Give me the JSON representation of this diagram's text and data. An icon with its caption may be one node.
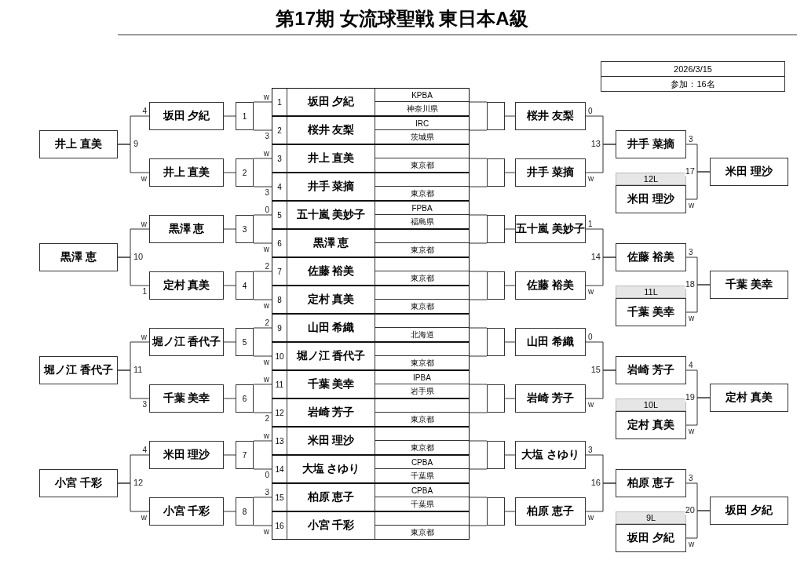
{
  "diagram": {
    "title": "第17期 女流球聖戦 東日本A級",
    "nodes": [
      {
        "text": [
          "1",
          "坂田 夕紀",
          "KPBA",
          "神奈川県"
        ]
      },
      {
        "text": [
          "2",
          "桜井 友梨",
          "IRC",
          "茨城県"
        ]
      },
      {
        "text": [
          "3",
          "井上 直美",
          "東京都"
        ]
      },
      {
        "text": [
          "4",
          "井手 菜摘",
          "東京都"
        ]
      },
      {
        "text": [
          "5",
          "五十嵐 美妙子",
          "FPBA",
          "福島県"
        ]
      },
      {
        "text": [
          "6",
          "黒澤 恵",
          "東京都"
        ]
      },
      {
        "text": [
          "7",
          "佐藤 裕美",
          "東京都"
        ]
      },
      {
        "text": [
          "8",
          "定村 真美",
          "東京都"
        ]
      },
      {
        "text": [
          "9",
          "山田 希織",
          "北海道"
        ]
      },
      {
        "text": [
          "10",
          "堀ノ江 香代子",
          "東京都"
        ]
      },
      {
        "text": [
          "11",
          "千葉 美幸",
          "IPBA",
          "岩手県"
        ]
      },
      {
        "text": [
          "12",
          "岩崎 芳子",
          "東京都"
        ]
      },
      {
        "text": [
          "13",
          "米田 理沙",
          "東京都"
        ]
      },
      {
        "text": [
          "14",
          "大塩 さゆり",
          "CPBA",
          "千葉県"
        ]
      },
      {
        "text": [
          "15",
          "柏原 恵子",
          "CPBA",
          "千葉県"
        ]
      },
      {
        "text": [
          "16",
          "小宮 千彩",
          "東京都"
        ]
      },
      {
        "text": [
          "1"
        ]
      },
      {
        "text": [
          "2"
        ]
      },
      {
        "text": [
          "3"
        ]
      },
      {
        "text": [
          "4"
        ]
      },
      {
        "text": [
          "5"
        ]
      },
      {
        "text": [
          "6"
        ]
      },
      {
        "text": [
          "7"
        ]
      },
      {
        "text": [
          "8"
        ]
      },
      {
        "text": [
          "坂田 夕紀"
        ]
      },
      {
        "text": [
          "井上 直美"
        ]
      },
      {
        "text": [
          "黒澤 恵"
        ]
      },
      {
        "text": [
          "定村 真美"
        ]
      },
      {
        "text": [
          "堀ノ江 香代子"
        ]
      },
      {
        "text": [
          "千葉 美幸"
        ]
      },
      {
        "text": [
          "米田 理沙"
        ]
      },
      {
        "text": [
          "小宮 千彩"
        ]
      },
      {
        "text": [
          "井上 直美"
        ]
      },
      {
        "text": [
          "黒澤 恵"
        ]
      },
      {
        "text": [
          "堀ノ江 香代子"
        ]
      },
      {
        "text": [
          "小宮 千彩"
        ]
      },
      {
        "text": [],
        "shape": "box"
      },
      {
        "text": [],
        "shape": "box"
      },
      {
        "text": [],
        "shape": "box"
      },
      {
        "text": [],
        "shape": "box"
      },
      {
        "text": [],
        "shape": "box"
      },
      {
        "text": [],
        "shape": "box"
      },
      {
        "text": [],
        "shape": "box"
      },
      {
        "text": [],
        "shape": "box"
      },
      {
        "text": [
          "桜井 友梨"
        ]
      },
      {
        "text": [
          "井手 菜摘"
        ]
      },
      {
        "text": [
          "五十嵐 美妙子"
        ]
      },
      {
        "text": [
          "佐藤 裕美"
        ]
      },
      {
        "text": [
          "山田 希織"
        ]
      },
      {
        "text": [
          "岩崎 芳子"
        ]
      },
      {
        "text": [
          "大塩 さゆり"
        ]
      },
      {
        "text": [
          "柏原 恵子"
        ]
      },
      {
        "text": [
          "井手 菜摘"
        ]
      },
      {
        "text": [
          "佐藤 裕美"
        ]
      },
      {
        "text": [
          "岩崎 芳子"
        ]
      },
      {
        "text": [
          "柏原 恵子"
        ]
      },
      {
        "text": [
          "12L",
          "米田 理沙"
        ]
      },
      {
        "text": [
          "11L",
          "千葉 美幸"
        ]
      },
      {
        "text": [
          "10L",
          "定村 真美"
        ]
      },
      {
        "text": [
          "9L",
          "坂田 夕紀"
        ]
      },
      {
        "text": [
          "米田 理沙"
        ]
      },
      {
        "text": [
          "千葉 美幸"
        ]
      },
      {
        "text": [
          "定村 真美"
        ]
      },
      {
        "text": [
          "坂田 夕紀"
        ]
      }
    ],
    "edges": [
      {
        "from": 0,
        "to": 16,
        "arrow": "none",
        "label": "w"
      },
      {
        "from": 1,
        "to": 16,
        "arrow": "none",
        "label": "3"
      },
      {
        "from": 2,
        "to": 17,
        "arrow": "none",
        "label": "w"
      },
      {
        "from": 3,
        "to": 17,
        "arrow": "none",
        "label": "3"
      },
      {
        "from": 4,
        "to": 18,
        "arrow": "none",
        "label": "0"
      },
      {
        "from": 5,
        "to": 18,
        "arrow": "none",
        "label": "w"
      },
      {
        "from": 6,
        "to": 19,
        "arrow": "none",
        "label": "2"
      },
      {
        "from": 7,
        "to": 19,
        "arrow": "none",
        "label": "w"
      },
      {
        "from": 8,
        "to": 20,
        "arrow": "none",
        "label": "2"
      },
      {
        "from": 9,
        "to": 20,
        "arrow": "none",
        "label": "w"
      },
      {
        "from": 10,
        "to": 21,
        "arrow": "none",
        "label": "w"
      },
      {
        "from": 11,
        "to": 21,
        "arrow": "none",
        "label": "2"
      },
      {
        "from": 12,
        "to": 22,
        "arrow": "none",
        "label": "w"
      },
      {
        "from": 13,
        "to": 22,
        "arrow": "none",
        "label": "0"
      },
      {
        "from": 14,
        "to": 23,
        "arrow": "none",
        "label": "3"
      },
      {
        "from": 15,
        "to": 23,
        "arrow": "none",
        "label": "w"
      },
      {
        "from": 16,
        "to": 24,
        "arrow": "none"
      },
      {
        "from": 17,
        "to": 25,
        "arrow": "none"
      },
      {
        "from": 18,
        "to": 26,
        "arrow": "none"
      },
      {
        "from": 19,
        "to": 27,
        "arrow": "none"
      },
      {
        "from": 20,
        "to": 28,
        "arrow": "none"
      },
      {
        "from": 21,
        "to": 29,
        "arrow": "none"
      },
      {
        "from": 22,
        "to": 30,
        "arrow": "none"
      },
      {
        "from": 23,
        "to": 31,
        "arrow": "none"
      },
      {
        "from": 24,
        "to": 32,
        "arrow": "none",
        "label": "4"
      },
      {
        "from": 25,
        "to": 32,
        "arrow": "none",
        "label": "w"
      },
      {
        "from": 26,
        "to": 33,
        "arrow": "none",
        "label": "w"
      },
      {
        "from": 27,
        "to": 33,
        "arrow": "none",
        "label": "1"
      },
      {
        "from": 28,
        "to": 34,
        "arrow": "none",
        "label": "w"
      },
      {
        "from": 29,
        "to": 34,
        "arrow": "none",
        "label": "3"
      },
      {
        "from": 30,
        "to": 35,
        "arrow": "none",
        "label": "4"
      },
      {
        "from": 31,
        "to": 35,
        "arrow": "none",
        "label": "w"
      },
      {
        "from": 0,
        "to": 36,
        "arrow": "none"
      },
      {
        "from": 1,
        "to": 36,
        "arrow": "none"
      },
      {
        "from": 2,
        "to": 37,
        "arrow": "none"
      },
      {
        "from": 3,
        "to": 37,
        "arrow": "none"
      },
      {
        "from": 4,
        "to": 38,
        "arrow": "none"
      },
      {
        "from": 5,
        "to": 38,
        "arrow": "none"
      },
      {
        "from": 6,
        "to": 39,
        "arrow": "none"
      },
      {
        "from": 7,
        "to": 39,
        "arrow": "none"
      },
      {
        "from": 8,
        "to": 40,
        "arrow": "none"
      },
      {
        "from": 9,
        "to": 40,
        "arrow": "none"
      },
      {
        "from": 10,
        "to": 41,
        "arrow": "none"
      },
      {
        "from": 11,
        "to": 41,
        "arrow": "none"
      },
      {
        "from": 12,
        "to": 42,
        "arrow": "none"
      },
      {
        "from": 13,
        "to": 42,
        "arrow": "none"
      },
      {
        "from": 14,
        "to": 43,
        "arrow": "none"
      },
      {
        "from": 15,
        "to": 43,
        "arrow": "none"
      },
      {
        "from": 36,
        "to": 44,
        "arrow": "none"
      },
      {
        "from": 37,
        "to": 45,
        "arrow": "none"
      },
      {
        "from": 38,
        "to": 46,
        "arrow": "none"
      },
      {
        "from": 39,
        "to": 47,
        "arrow": "none"
      },
      {
        "from": 40,
        "to": 48,
        "arrow": "none"
      },
      {
        "from": 41,
        "to": 49,
        "arrow": "none"
      },
      {
        "from": 42,
        "to": 50,
        "arrow": "none"
      },
      {
        "from": 43,
        "to": 51,
        "arrow": "none"
      },
      {
        "from": 44,
        "to": 52,
        "arrow": "none",
        "label": "0"
      },
      {
        "from": 45,
        "to": 52,
        "arrow": "none",
        "label": "w"
      },
      {
        "from": 46,
        "to": 53,
        "arrow": "none",
        "label": "1"
      },
      {
        "from": 47,
        "to": 53,
        "arrow": "none",
        "label": "w"
      },
      {
        "from": 48,
        "to": 54,
        "arrow": "none",
        "label": "0"
      },
      {
        "from": 49,
        "to": 54,
        "arrow": "none",
        "label": "w"
      },
      {
        "from": 50,
        "to": 55,
        "arrow": "none",
        "label": "3"
      },
      {
        "from": 51,
        "to": 55,
        "arrow": "none",
        "label": "w"
      },
      {
        "from": 52,
        "to": 60,
        "arrow": "none",
        "label": "3"
      },
      {
        "from": 56,
        "to": 60,
        "arrow": "none",
        "label": "w"
      },
      {
        "from": 53,
        "to": 61,
        "arrow": "none",
        "label": "3"
      },
      {
        "from": 57,
        "to": 61,
        "arrow": "none",
        "label": "w"
      },
      {
        "from": 54,
        "to": 62,
        "arrow": "none",
        "label": "4"
      },
      {
        "from": 58,
        "to": 62,
        "arrow": "none",
        "label": "w"
      },
      {
        "from": 55,
        "to": 63,
        "arrow": "none",
        "label": "3"
      },
      {
        "from": 59,
        "to": 63,
        "arrow": "none",
        "label": "w"
      }
    ],
    "labels": [
      "2026/3/15",
      "参加：16名",
      "9",
      "10",
      "11",
      "12",
      "13",
      "14",
      "15",
      "16",
      "17",
      "18",
      "19",
      "20"
    ]
  }
}
